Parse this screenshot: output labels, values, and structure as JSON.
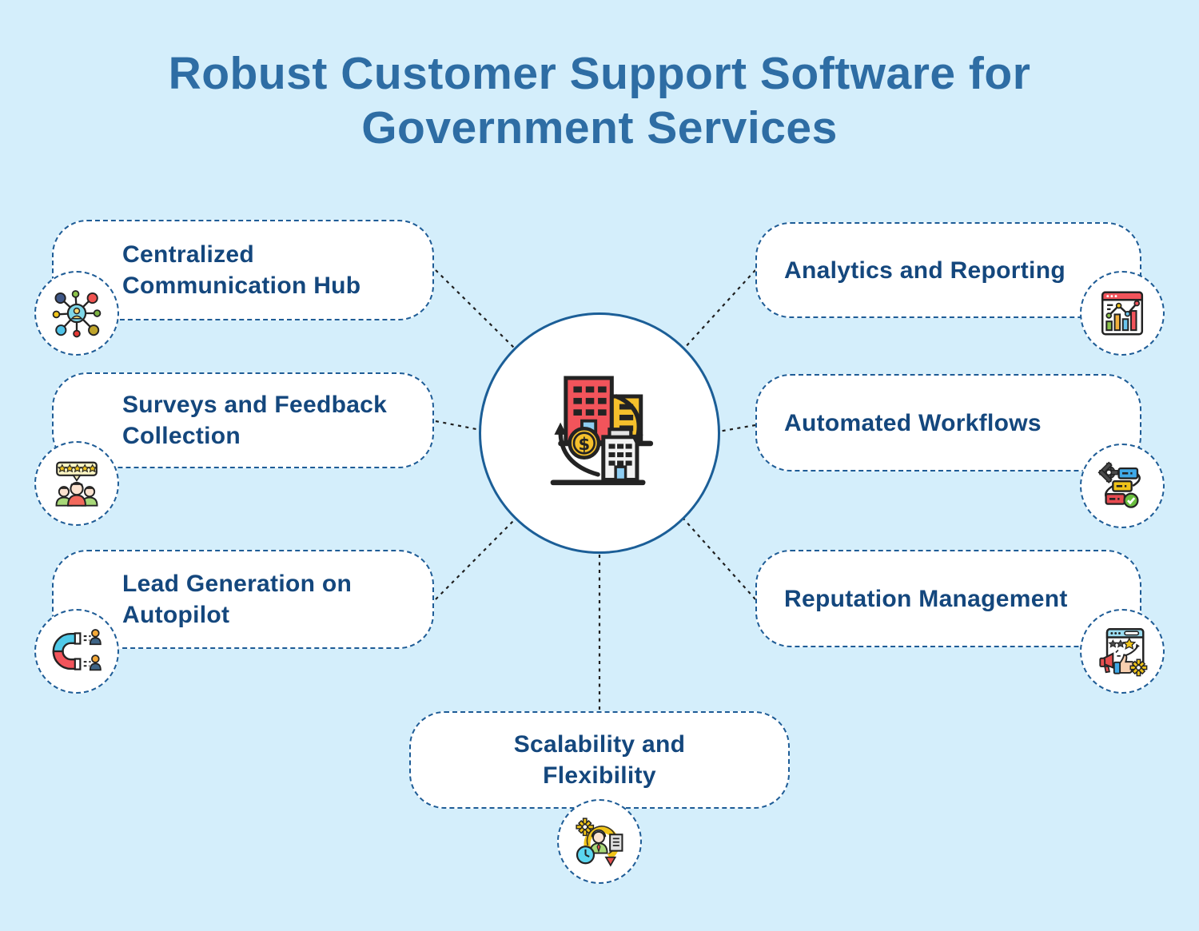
{
  "title": {
    "line1": "Robust Customer Support Software for",
    "line2": "Government Services"
  },
  "center": {
    "icon": "business-money-exchange-icon"
  },
  "boxes": [
    {
      "label": "Centralized Communication Hub",
      "icon": "hub-network-icon",
      "position": "left-top"
    },
    {
      "label": "Surveys and Feedback Collection",
      "icon": "customer-feedback-stars-icon",
      "position": "left-middle"
    },
    {
      "label": "Lead Generation on Autopilot",
      "icon": "lead-magnet-icon",
      "position": "left-bottom"
    },
    {
      "label": "Analytics and Reporting",
      "icon": "analytics-chart-icon",
      "position": "right-top"
    },
    {
      "label": "Automated Workflows",
      "icon": "workflow-automation-icon",
      "position": "right-middle"
    },
    {
      "label": "Reputation Management",
      "icon": "reputation-review-icon",
      "position": "right-bottom"
    },
    {
      "label": "Scalability and Flexibility",
      "icon": "scalability-cycle-icon",
      "position": "bottom-center"
    }
  ],
  "colors": {
    "background": "#d4eefb",
    "title_text": "#2e6da4",
    "label_text": "#14477d",
    "box_border": "#1e5c96",
    "hub_border": "#1b5e97",
    "connector": "#1f1f1f",
    "box_fill": "#ffffff"
  }
}
